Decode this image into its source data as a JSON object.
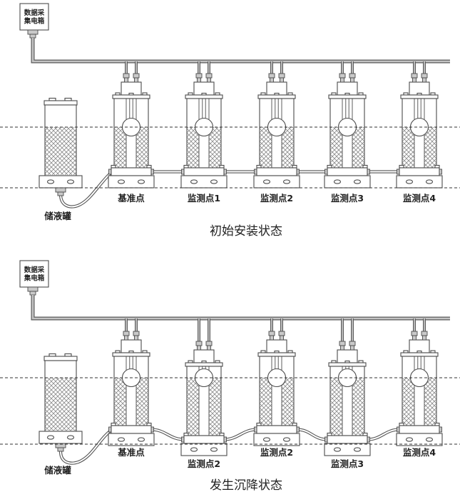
{
  "top": {
    "box": [
      "数据采",
      "集电箱"
    ],
    "tank_label": "储液罐",
    "sensors": [
      "基准点",
      "监测点1",
      "监测点2",
      "监测点3",
      "监测点4"
    ],
    "title": "初始安装状态"
  },
  "bottom": {
    "box": [
      "数据采",
      "集电箱"
    ],
    "tank_label": "储液罐",
    "sensors": [
      "基准点",
      "监测点2",
      "监测点2",
      "监测点3",
      "监测点4"
    ],
    "title": "发生沉降状态"
  },
  "colors": {
    "line": "#4b4b4b",
    "cable_fill": "#c4c4c4",
    "hatch": "#8a8a8a",
    "text": "#222222",
    "background": "#ffffff"
  }
}
